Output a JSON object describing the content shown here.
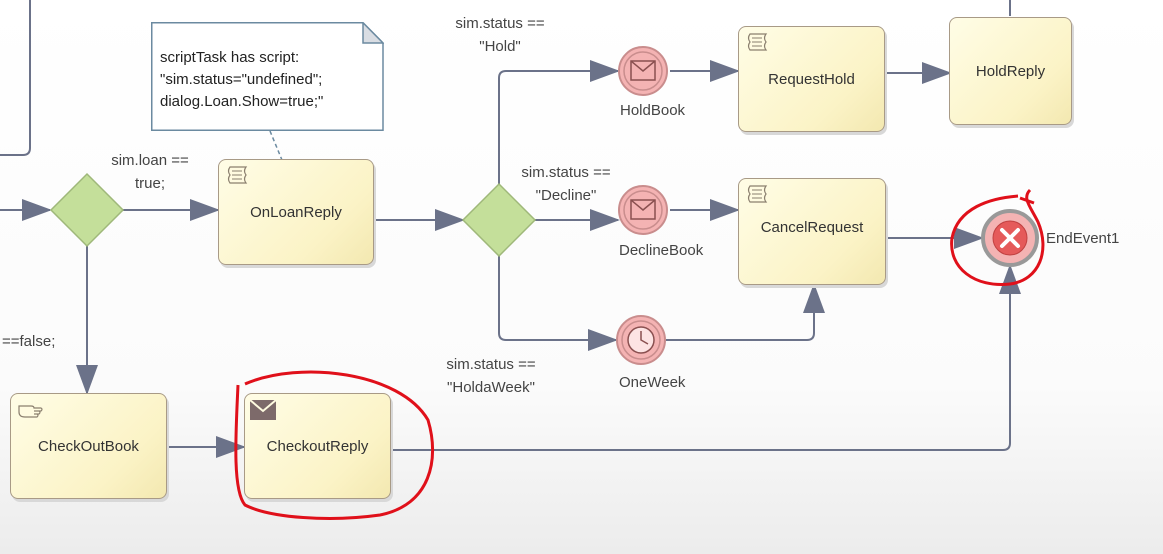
{
  "note": {
    "lines": [
      "scriptTask has script:",
      "\"sim.status=\"undefined\";",
      "dialog.Loan.Show=true;\""
    ]
  },
  "tasks": {
    "on_loan_reply": "OnLoanReply",
    "request_hold": "RequestHold",
    "hold_reply": "HoldReply",
    "cancel_request": "CancelRequest",
    "check_out_book": "CheckOutBook",
    "checkout_reply": "CheckoutReply"
  },
  "events": {
    "hold_book": "HoldBook",
    "decline_book": "DeclineBook",
    "one_week": "OneWeek",
    "end_event": "EndEvent1"
  },
  "conditions": {
    "loan_true_1": "sim.loan ==",
    "loan_true_2": "true;",
    "loan_false": "==false;",
    "hold_1": "sim.status ==",
    "hold_2": "\"Hold\"",
    "decline_1": "sim.status ==",
    "decline_2": "\"Decline\"",
    "holdaweek_1": "sim.status ==",
    "holdaweek_2": "\"HoldaWeek\""
  },
  "colors": {
    "connector": "#6b7289",
    "gateway_fill": "#c4df9a",
    "event_fill": "#f4b3b3",
    "event_stroke": "#c98d8d",
    "task_border": "#a89a86",
    "annotation_red": "#e0101a"
  },
  "icons": {
    "script": "script-icon",
    "message": "envelope-icon",
    "timer": "clock-icon",
    "manual": "hand-icon",
    "terminate": "x-icon"
  }
}
